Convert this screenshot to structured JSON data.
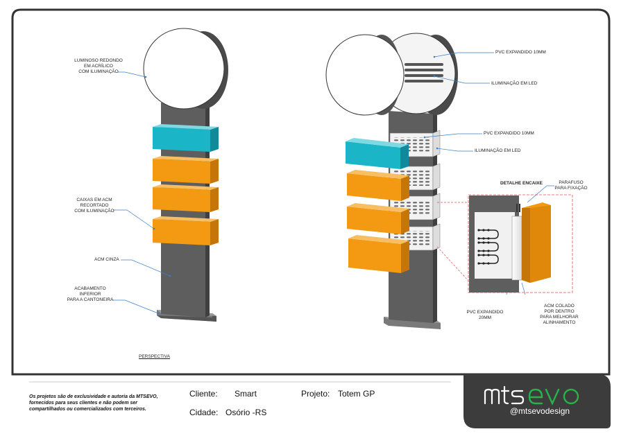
{
  "labels": {
    "luminoso": "LUMINOSO REDONDO\nEM ACRÍLICO\nCOM ILUMINAÇÃO",
    "caixas": "CAIXAS EM ACM\nRECORTADO\nCOM ILUMINAÇÃO",
    "acm_cinza": "ACM CINZA",
    "acabamento": "ACABAMENTO\nINFERIOR\nPARA A CANTONEIRA",
    "perspectiva": "PERSPECTIVA",
    "pvc_top": "PVC EXPANDIDO 10MM",
    "led_top": "ILUMINAÇÃO EM LED",
    "pvc_mid": "PVC EXPANDIDO 10MM",
    "led_mid": "ILUMINAÇÃO EM LED",
    "detalhe": "DETALHE ENCAIXE",
    "parafuso": "PARAFUSO\nPARA FIXAÇÃO",
    "pvc_20": "PVC EXPANDIDO\n20MM",
    "acm_colado": "ACM COLADO\nPOR DENTRO\nPARA MELHORAR\nALINHAMENTO"
  },
  "footer": {
    "disclaimer": "Os projetos são de exclusividade e autoria da MTSEVO, fornecidos para seus clientes  e não podem ser compartilhados ou comercializados com terceiros.",
    "cliente_label": "Cliente:",
    "cliente_value": "Smart",
    "projeto_label": "Projeto:",
    "projeto_value": "Totem GP",
    "cidade_label": "Cidade:",
    "cidade_value": "Osório -RS",
    "brand_logo": "mtsevo",
    "brand_handle": "@mtsevodesign"
  },
  "colors": {
    "cyan": "#1bb5c8",
    "orange": "#f39a12",
    "gray_column": "#5b5b5b",
    "border": "#3a3a3a",
    "brand_green": "#28b34a"
  }
}
